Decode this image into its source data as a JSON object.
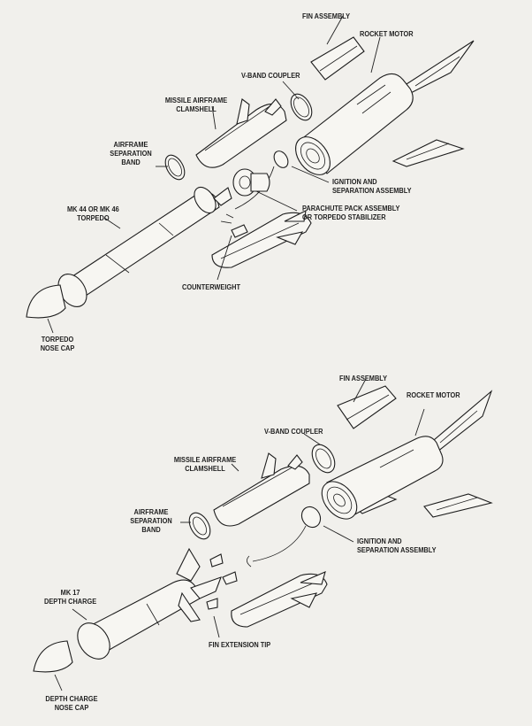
{
  "diagrams": [
    {
      "labels": {
        "fin_assembly": "FIN ASSEMBLY",
        "rocket_motor": "ROCKET MOTOR",
        "v_band_coupler": "V-BAND COUPLER",
        "missile_airframe_clamshell": "MISSILE AIRFRAME\nCLAMSHELL",
        "airframe_separation_band": "AIRFRAME\nSEPARATION\nBAND",
        "ignition_and_separation_assembly": "IGNITION AND\nSEPARATION ASSEMBLY",
        "payload": "MK 44 OR MK 46\nTORPEDO",
        "parachute_pack": "PARACHUTE PACK ASSEMBLY\nOR TORPEDO STABILIZER",
        "counterweight": "COUNTERWEIGHT",
        "nose_cap": "TORPEDO\nNOSE CAP"
      }
    },
    {
      "labels": {
        "fin_assembly": "FIN ASSEMBLY",
        "rocket_motor": "ROCKET MOTOR",
        "v_band_coupler": "V-BAND COUPLER",
        "missile_airframe_clamshell": "MISSILE AIRFRAME\nCLAMSHELL",
        "airframe_separation_band": "AIRFRAME\nSEPARATION\nBAND",
        "ignition_and_separation_assembly": "IGNITION AND\nSEPARATION ASSEMBLY",
        "payload": "MK 17\nDEPTH CHARGE",
        "fin_extension_tip": "FIN EXTENSION TIP",
        "nose_cap": "DEPTH CHARGE\nNOSE CAP"
      }
    }
  ]
}
